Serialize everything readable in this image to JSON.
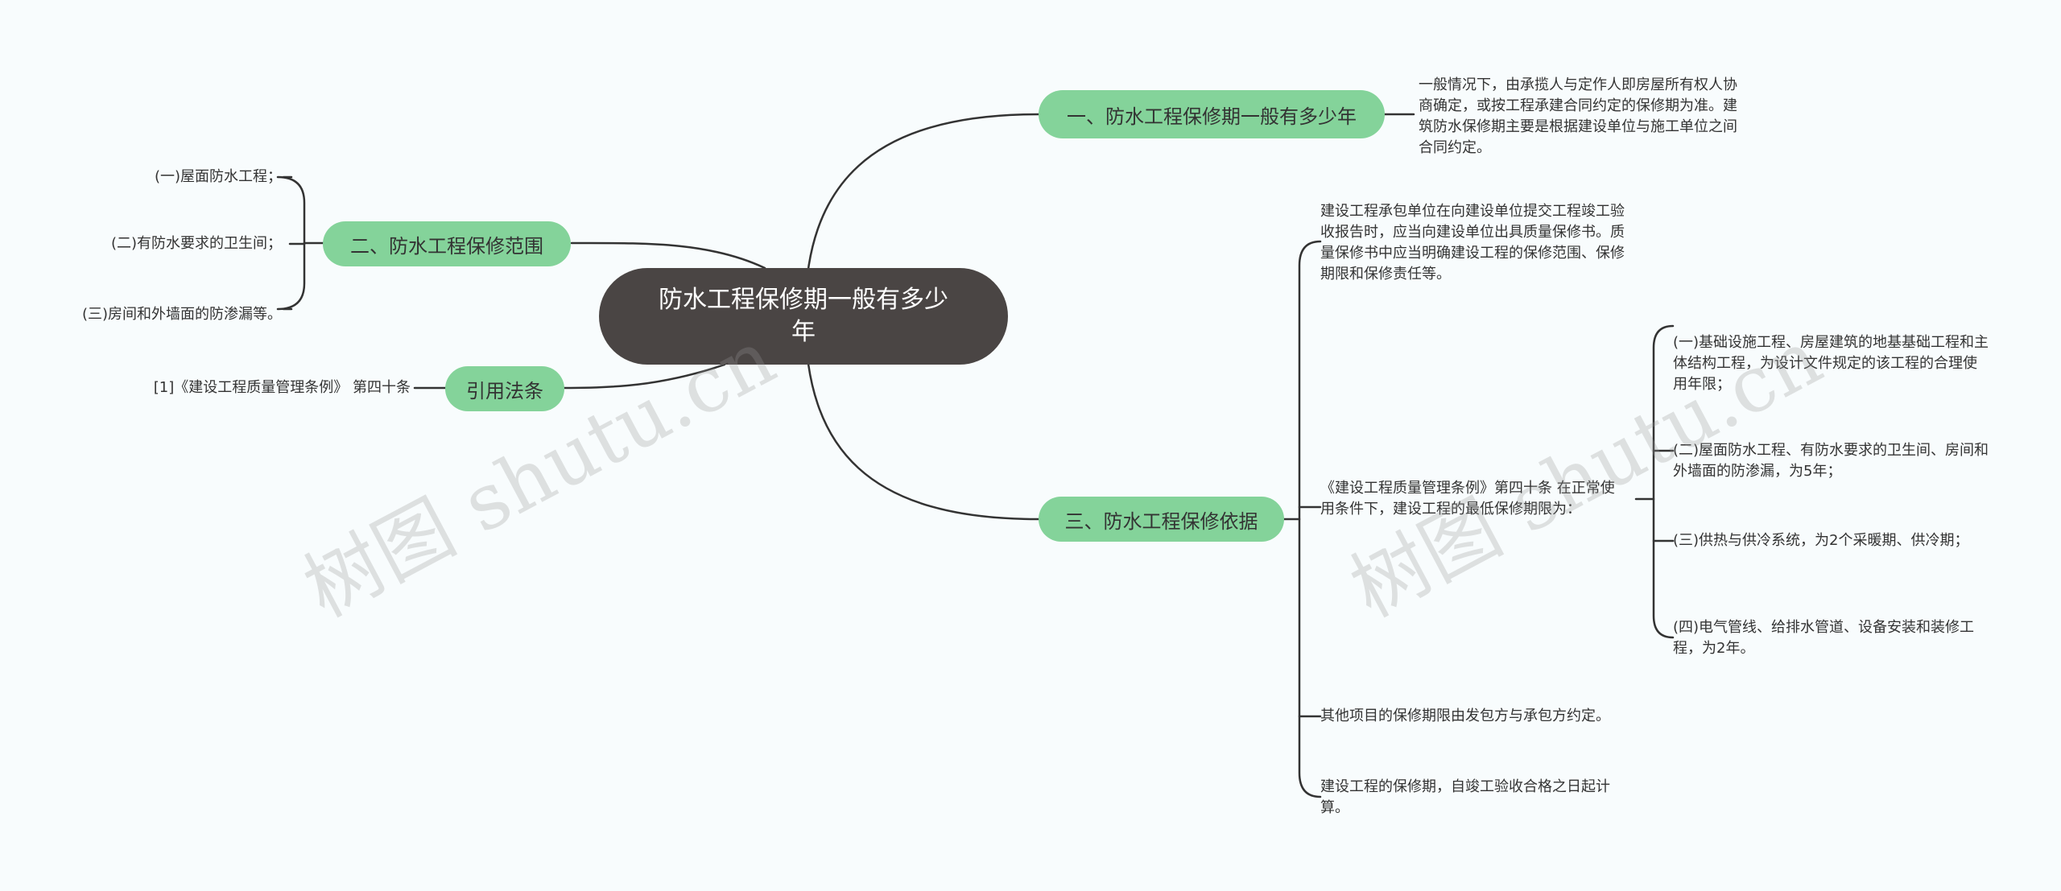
{
  "root": {
    "title": "防水工程保修期一般有多少年"
  },
  "branches": {
    "b1": {
      "label": "一、防水工程保修期一般有多少年",
      "text": "一般情况下，由承揽人与定作人即房屋所有权人协商确定，或按工程承建合同约定的保修期为准。建筑防水保修期主要是根据建设单位与施工单位之间合同约定。"
    },
    "b2": {
      "label": "二、防水工程保修范围",
      "items": [
        "(一)屋面防水工程；",
        "(二)有防水要求的卫生间；",
        "(三)房间和外墙面的防渗漏等。"
      ]
    },
    "b3": {
      "label": "三、防水工程保修依据",
      "items": [
        "建设工程承包单位在向建设单位提交工程竣工验收报告时，应当向建设单位出具质量保修书。质量保修书中应当明确建设工程的保修范围、保修期限和保修责任等。",
        "《建设工程质量管理条例》第四十条 在正常使用条件下，建设工程的最低保修期限为：",
        "其他项目的保修期限由发包方与承包方约定。",
        "建设工程的保修期，自竣工验收合格之日起计算。"
      ],
      "sub_items": [
        "(一)基础设施工程、房屋建筑的地基基础工程和主体结构工程，为设计文件规定的该工程的合理使用年限；",
        "(二)屋面防水工程、有防水要求的卫生间、房间和外墙面的防渗漏，为5年；",
        "(三)供热与供冷系统，为2个采暖期、供冷期；",
        "(四)电气管线、给排水管道、设备安装和装修工程，为2年。"
      ]
    },
    "b4": {
      "label": "引用法条",
      "text": "[1]《建设工程质量管理条例》 第四十条"
    }
  },
  "watermark": "树图 shutu.cn",
  "colors": {
    "root": "#4a4544",
    "branch": "#84d39a",
    "line": "#333333",
    "background": "#f8fcfd"
  }
}
